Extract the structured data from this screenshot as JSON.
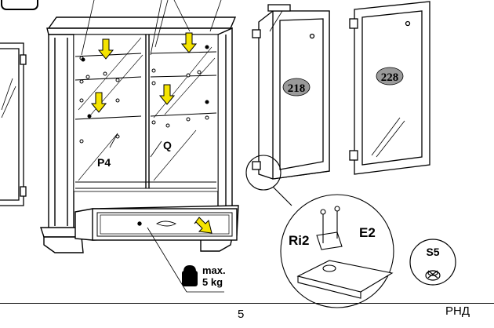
{
  "labels": {
    "panel_left_number": "218",
    "panel_right_number": "228",
    "shelf_support": "P4",
    "divider": "Q",
    "hinge_part": "Ri2",
    "screw_part": "E2",
    "knob_part": "S5",
    "weight_line1": "max.",
    "weight_line2": "5 kg"
  },
  "footer": {
    "page_number": "5",
    "brand": "РНД"
  },
  "colors": {
    "arrow_fill": "#f5e400",
    "number_badge": "#9a9a9a",
    "line": "#000000"
  }
}
